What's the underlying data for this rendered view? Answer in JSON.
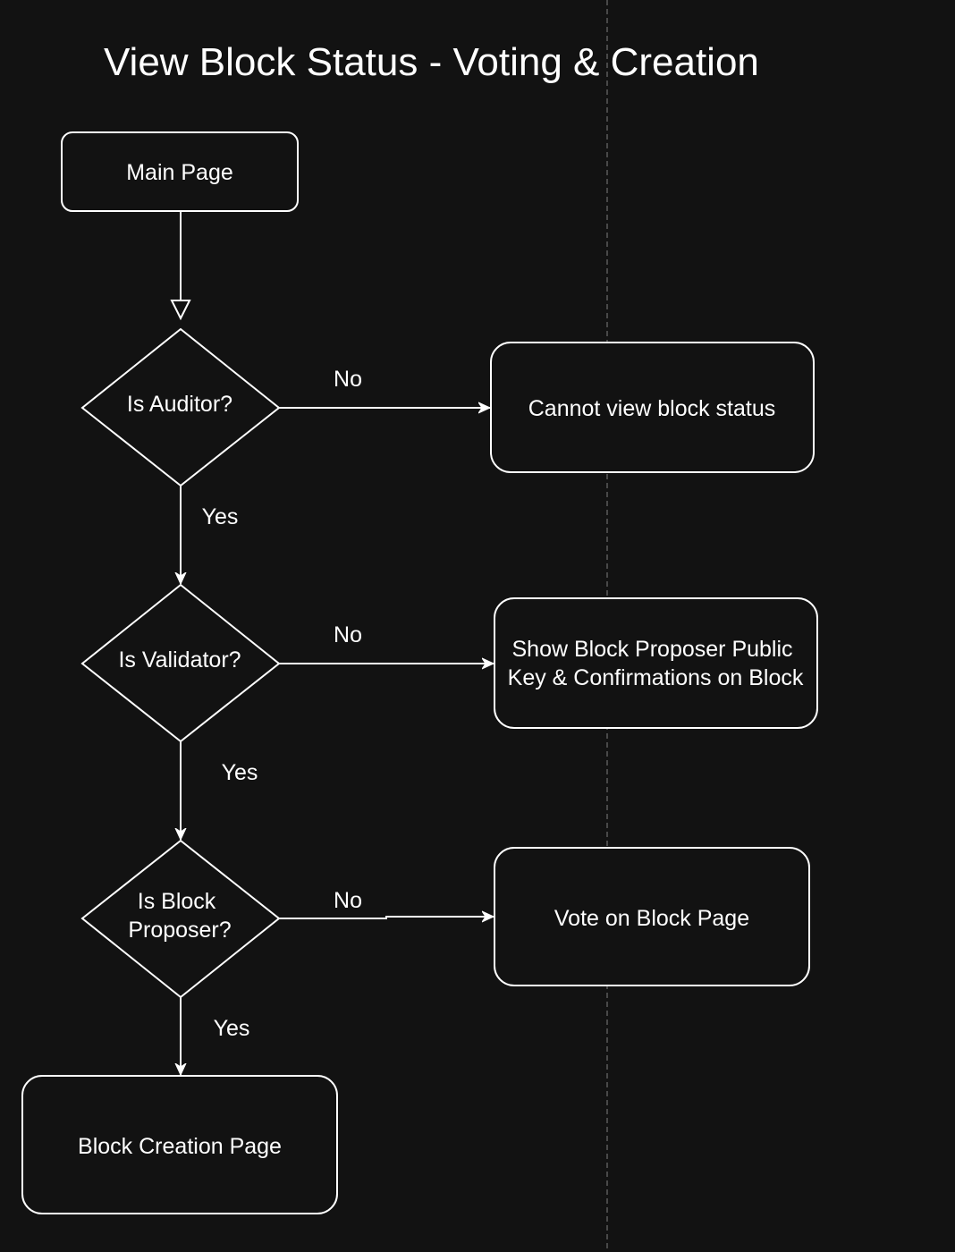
{
  "title": "View Block Status - Voting & Creation",
  "colors": {
    "background": "#121212",
    "stroke": "#ffffff",
    "text": "#ffffff",
    "divider": "#5a5a5a"
  },
  "nodes": {
    "main_page": "Main Page",
    "is_auditor": "Is Auditor?",
    "cannot_view": "Cannot view block status",
    "is_validator": "Is Validator?",
    "show_proposer": [
      "Show Block Proposer Public",
      "Key & Confirmations on Block"
    ],
    "is_block_proposer": [
      "Is Block",
      "Proposer?"
    ],
    "vote_on_block": "Vote on Block Page",
    "block_creation": "Block Creation Page"
  },
  "edges": {
    "auditor_no": "No",
    "auditor_yes": "Yes",
    "validator_no": "No",
    "validator_yes": "Yes",
    "proposer_no": "No",
    "proposer_yes": "Yes"
  }
}
